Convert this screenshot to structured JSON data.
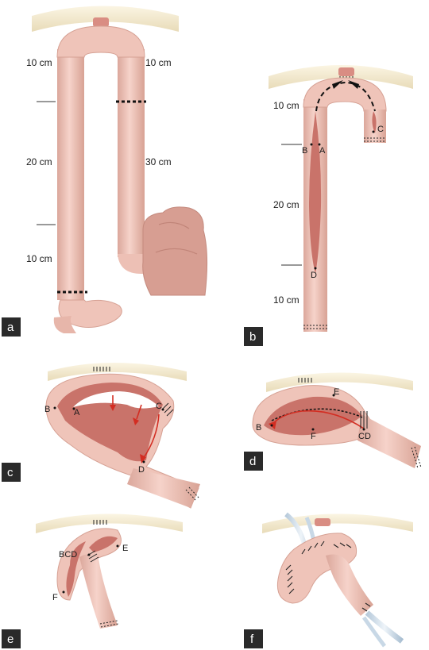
{
  "panels": {
    "a": {
      "badge": "a",
      "left_labels": [
        "10 cm",
        "20 cm",
        "10 cm"
      ],
      "right_labels": [
        "10 cm",
        "30 cm"
      ]
    },
    "b": {
      "badge": "b",
      "labels": [
        "10 cm",
        "20 cm",
        "10 cm"
      ],
      "points": {
        "A": "A",
        "B": "B",
        "C": "C",
        "D": "D"
      }
    },
    "c": {
      "badge": "c",
      "points": {
        "A": "A",
        "B": "B",
        "C": "C",
        "D": "D"
      }
    },
    "d": {
      "badge": "d",
      "points": {
        "B": "B",
        "E": "E",
        "F": "F",
        "CD": "CD"
      }
    },
    "e": {
      "badge": "e",
      "points": {
        "BCD": "BCD",
        "E": "E",
        "F": "F"
      }
    },
    "f": {
      "badge": "f"
    }
  },
  "colors": {
    "bowel": "#f0c6bc",
    "bowel_edge": "#c99285",
    "mucosa": "#c9736a",
    "mucosa_dark": "#a9554e",
    "diaphragm": "#efe4c8",
    "arrow_red": "#d32d22",
    "badge": "#2a2a2a",
    "tube": "#c8d8e6"
  }
}
